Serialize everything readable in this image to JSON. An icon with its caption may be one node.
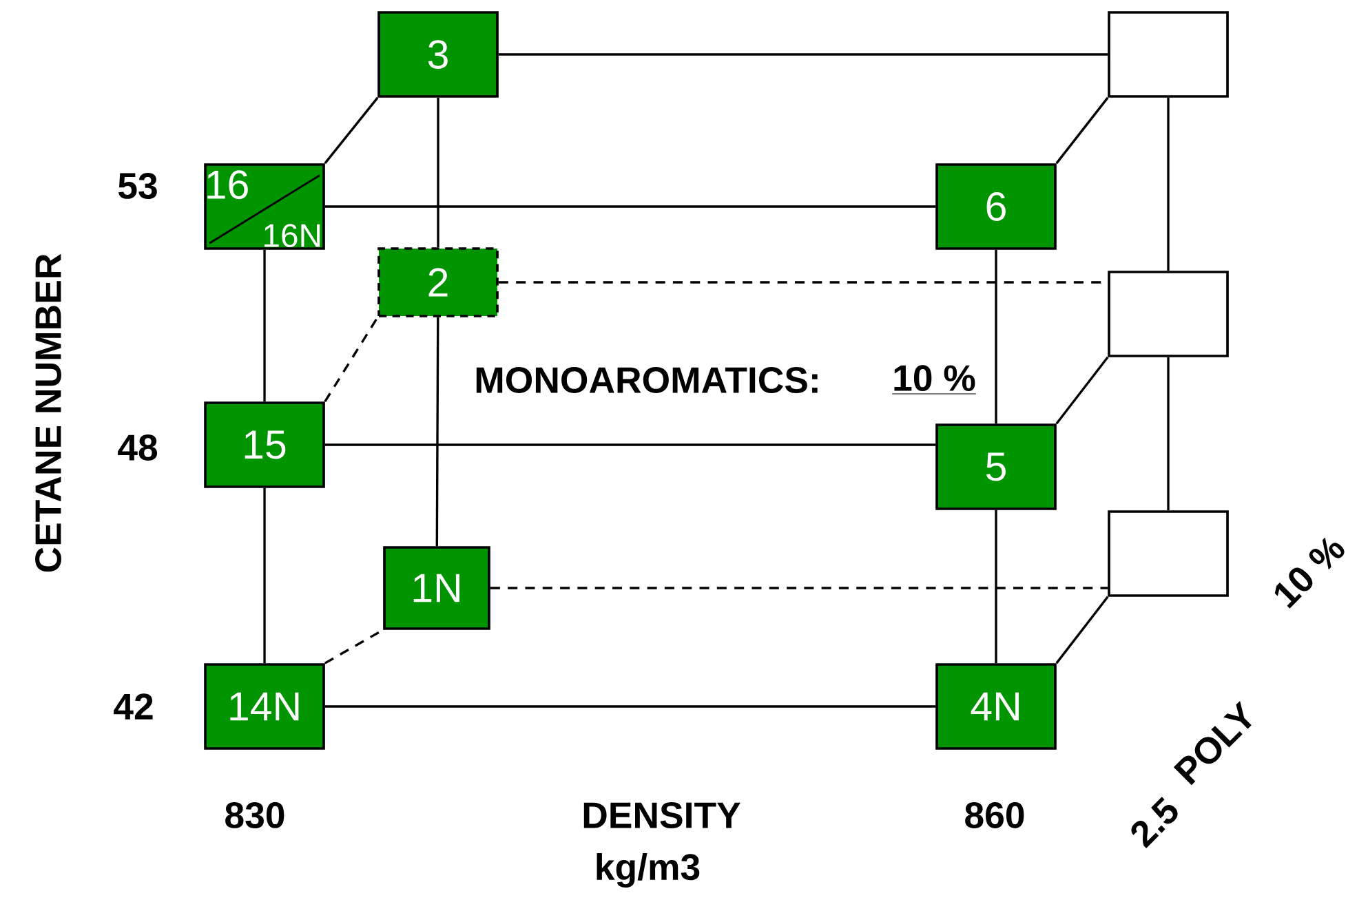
{
  "diagram": {
    "nodes": [
      {
        "text": [
          "3"
        ]
      },
      {
        "text": [],
        "shape": "box"
      },
      {
        "text": [
          "16",
          "16N"
        ]
      },
      {
        "text": [
          "6"
        ]
      },
      {
        "text": [
          "2"
        ]
      },
      {
        "text": [],
        "shape": "box"
      },
      {
        "text": [
          "15"
        ]
      },
      {
        "text": [
          "5"
        ]
      },
      {
        "text": [],
        "shape": "box"
      },
      {
        "text": [
          "1N"
        ]
      },
      {
        "text": [
          "14N"
        ]
      },
      {
        "text": [
          "4N"
        ]
      }
    ],
    "edges": [
      {
        "from": 0,
        "to": 1,
        "arrow": "none"
      },
      {
        "from": 2,
        "to": 0,
        "arrow": "none"
      },
      {
        "from": 2,
        "to": 3,
        "arrow": "none"
      },
      {
        "from": 1,
        "to": 3,
        "arrow": "none"
      },
      {
        "from": 0,
        "to": 4,
        "arrow": "none"
      },
      {
        "from": 4,
        "to": 5,
        "arrow": "none",
        "style": "dashed"
      },
      {
        "from": 2,
        "to": 6,
        "arrow": "none"
      },
      {
        "from": 6,
        "to": 4,
        "arrow": "none",
        "style": "dashed"
      },
      {
        "from": 6,
        "to": 7,
        "arrow": "none"
      },
      {
        "from": 3,
        "to": 7,
        "arrow": "none"
      },
      {
        "from": 1,
        "to": 5,
        "arrow": "none"
      },
      {
        "from": 5,
        "to": 7,
        "arrow": "none"
      },
      {
        "from": 5,
        "to": 8,
        "arrow": "none"
      },
      {
        "from": 4,
        "to": 9,
        "arrow": "none"
      },
      {
        "from": 9,
        "to": 8,
        "arrow": "none",
        "style": "dashed"
      },
      {
        "from": 6,
        "to": 10,
        "arrow": "none"
      },
      {
        "from": 10,
        "to": 9,
        "arrow": "none",
        "style": "dashed"
      },
      {
        "from": 10,
        "to": 11,
        "arrow": "none"
      },
      {
        "from": 7,
        "to": 11,
        "arrow": "none"
      },
      {
        "from": 8,
        "to": 11,
        "arrow": "none"
      }
    ],
    "labels": [
      "53",
      "48",
      "42",
      "CETANE NUMBER",
      "MONOAROMATICS:",
      "10 %",
      "830",
      "DENSITY",
      "kg/m3",
      "860",
      "2.5",
      "POLY",
      "10 %"
    ]
  }
}
